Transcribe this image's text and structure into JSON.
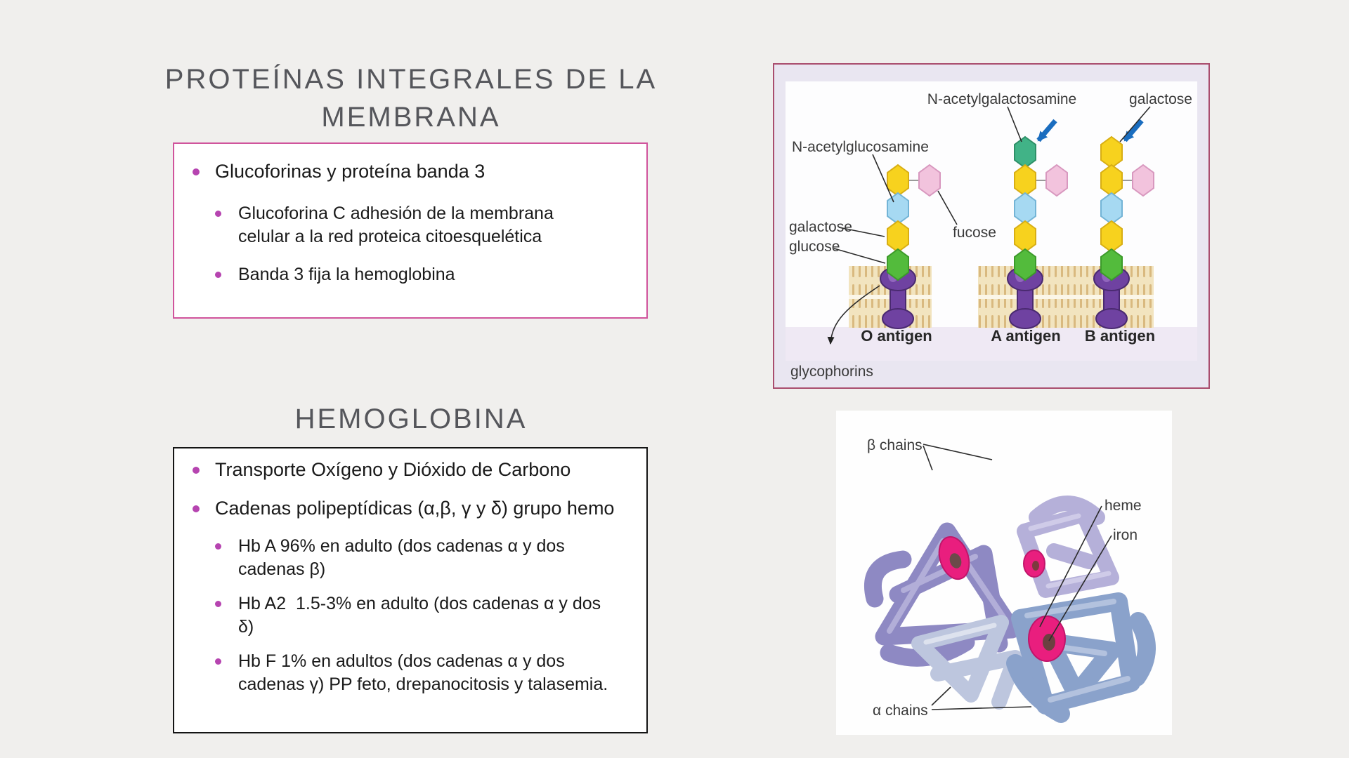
{
  "title1": "PROTEÍNAS INTEGRALES DE LA MEMBRANA",
  "title2": "HEMOGLOBINA",
  "box1": {
    "bullets": [
      {
        "level": 1,
        "text": "Glucoforinas y proteína banda 3"
      },
      {
        "level": 2,
        "text": "Glucoforina C adhesión de la membrana celular a la red proteica citoesquelética"
      },
      {
        "level": 2,
        "text": "Banda 3 fija la hemoglobina"
      }
    ]
  },
  "box2": {
    "bullets": [
      {
        "level": 1,
        "text": "Transporte Oxígeno y Dióxido de Carbono"
      },
      {
        "level": 1,
        "text": "Cadenas polipeptídicas (α,β, γ y δ) grupo hemo"
      },
      {
        "level": 2,
        "text": "Hb A 96% en adulto (dos cadenas α y dos cadenas β)"
      },
      {
        "level": 2,
        "text": "Hb A2  1.5-3% en adulto (dos cadenas α y dos δ)"
      },
      {
        "level": 2,
        "text": "Hb F 1% en adultos (dos cadenas α y dos cadenas γ) PP feto, drepanocitosis y talasemia."
      }
    ]
  },
  "figure1": {
    "description": "ABO blood group antigens on glycophorins in red cell membrane",
    "labels": {
      "n_acetylgalactosamine": "N-acetylgalactosamine",
      "galactose_top": "galactose",
      "n_acetylglucosamine": "N-acetylglucosamine",
      "galactose_left": "galactose",
      "fucose": "fucose",
      "glucose": "glucose",
      "o_antigen": "O antigen",
      "a_antigen": "A antigen",
      "b_antigen": "B antigen",
      "glycophorins": "glycophorins"
    }
  },
  "figure2": {
    "description": "Hemoglobin molecule with two beta chains, two alpha chains, heme groups and iron",
    "labels": {
      "beta_chains": "β chains",
      "heme": "heme",
      "iron": "iron",
      "alpha_chains": "α chains"
    }
  },
  "colors": {
    "background": "#f0efed",
    "title_gray": "#55565b",
    "bullet_magenta": "#b644b0",
    "box1_border_pink": "#d0549c",
    "box2_border_black": "#141414",
    "figure1_border": "#a94d6e",
    "arrow_blue": "#1a6dbf",
    "hex_yellow": "#f7d21e",
    "hex_blue": "#a6d9f2",
    "hex_green": "#53bb3c",
    "hex_teal": "#41b387",
    "hex_pink": "#f2c3dd",
    "glycophorin_purple": "#6f42a1",
    "membrane_tan": "#f2e4bf",
    "beta_chain_purple": "#8e89c3",
    "alpha_chain_blue": "#8aa2cb",
    "heme_pink": "#e91e7e"
  }
}
